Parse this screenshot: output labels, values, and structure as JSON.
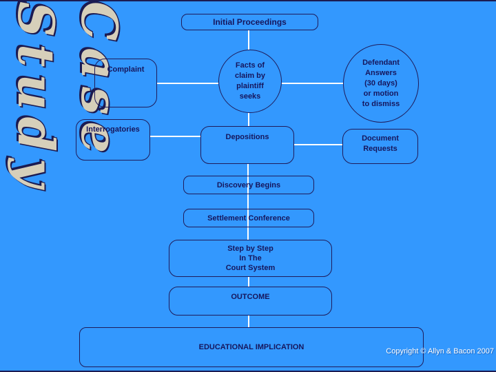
{
  "slide": {
    "title": "Initial Proceedings",
    "watermark": "Case Study",
    "colors": {
      "background": "#3398fe",
      "shape_border": "#1f1b5a",
      "shape_text": "#16165c",
      "connector": "#ffffff",
      "watermark_face": "#d6cfba",
      "watermark_shadow": "#1b1b52",
      "copyright_text": "#ffffff"
    },
    "nodes": {
      "complaint": {
        "label": "Complaint",
        "shape": "rounded-rect"
      },
      "facts": {
        "label": "Facts of\nclaim by\nplaintiff\nseeks",
        "shape": "circle"
      },
      "defendant": {
        "label": "Defendant\nAnswers\n(30 days)\nor motion\nto dismiss",
        "shape": "circle"
      },
      "interrogatories": {
        "label": "Interrogatories",
        "shape": "rounded-rect"
      },
      "depositions": {
        "label": "Depositions",
        "shape": "rounded-rect"
      },
      "document_requests": {
        "label": "Document\nRequests",
        "shape": "rounded-rect"
      },
      "discovery": {
        "label": "Discovery Begins",
        "shape": "rounded-rect"
      },
      "settlement": {
        "label": "Settlement Conference",
        "shape": "rounded-rect"
      },
      "step": {
        "label": "Step by Step\nIn The\nCourt System",
        "shape": "rounded-rect"
      },
      "outcome": {
        "label": "OUTCOME",
        "shape": "rounded-rect"
      },
      "educational": {
        "label": "EDUCATIONAL IMPLICATION",
        "shape": "rounded-rect"
      }
    },
    "footer": {
      "copyright": "Copyright © Allyn & Bacon 2007"
    }
  }
}
